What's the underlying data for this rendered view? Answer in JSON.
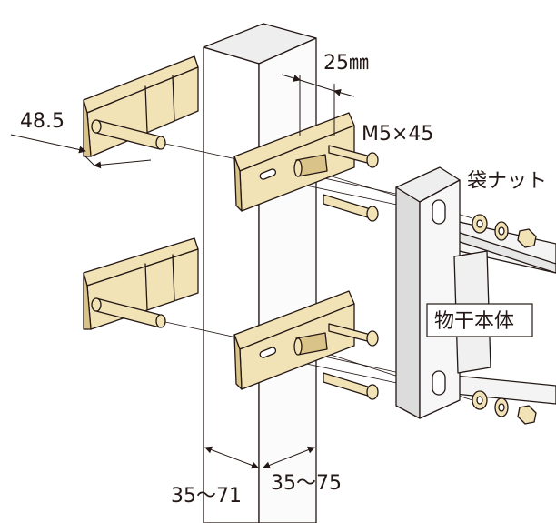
{
  "labels": {
    "dim_48_5": "48.5",
    "dim_25mm": "25㎜",
    "bolt_spec": "M5×45",
    "cap_nut": "袋ナット",
    "body": "物干本体",
    "range_left": "35〜71",
    "range_right": "35〜75"
  },
  "colors": {
    "bracket": "#f2e3b6",
    "bracket_shade": "#d9c389",
    "post": "#ffffff",
    "post_top": "#f0f0f0",
    "body_plate": "#f4f4f4",
    "line": "#231815"
  }
}
